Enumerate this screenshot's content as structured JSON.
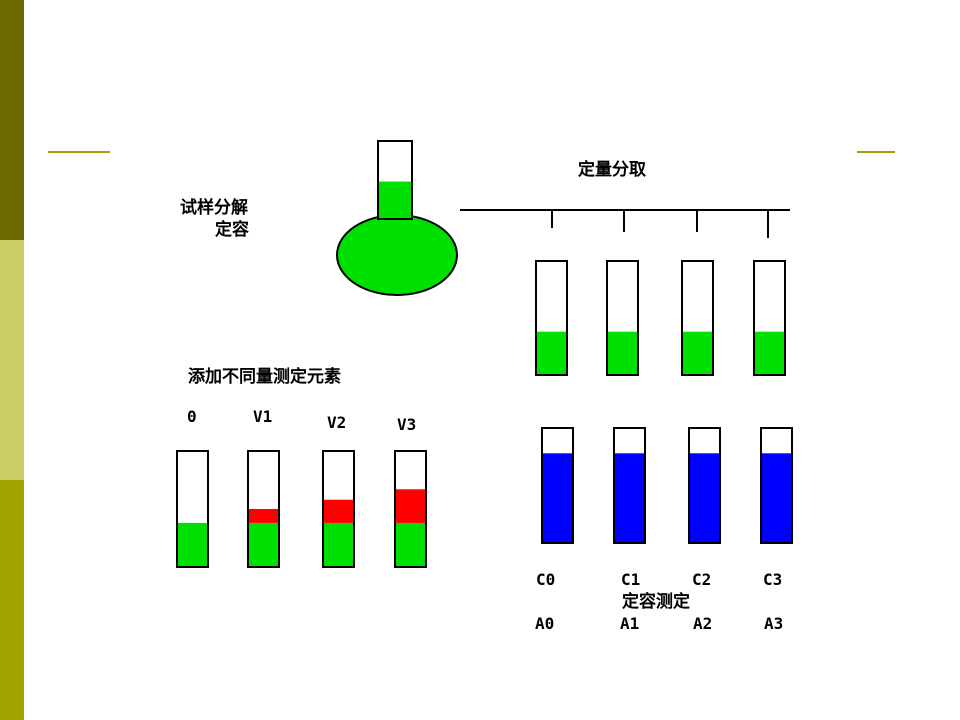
{
  "colors": {
    "green": "#00e000",
    "red": "#ff0000",
    "blue": "#0000ff",
    "outline": "#000000",
    "accent_dark": "#6b6b00",
    "accent_light": "#cccc66",
    "accent_mid": "#a3a300"
  },
  "labels": {
    "digest": "试样分解",
    "fix_volume": "定容",
    "aliquot": "定量分取",
    "add_elements": "添加不同量测定元素",
    "measure": "定容测定"
  },
  "spike_tubes": [
    {
      "label": "0",
      "spike_fraction": 0.0
    },
    {
      "label": "V1",
      "spike_fraction": 0.12
    },
    {
      "label": "V2",
      "spike_fraction": 0.2
    },
    {
      "label": "V3",
      "spike_fraction": 0.29
    }
  ],
  "aliquot_tubes": [
    {
      "fill_fraction": 0.38
    },
    {
      "fill_fraction": 0.38
    },
    {
      "fill_fraction": 0.38
    },
    {
      "fill_fraction": 0.38
    }
  ],
  "measure_tubes": [
    {
      "c_label": "C0",
      "a_label": "A0",
      "fill_fraction": 0.78
    },
    {
      "c_label": "C1",
      "a_label": "A1",
      "fill_fraction": 0.78
    },
    {
      "c_label": "C2",
      "a_label": "A2",
      "fill_fraction": 0.78
    },
    {
      "c_label": "C3",
      "a_label": "A3",
      "fill_fraction": 0.78
    }
  ],
  "flask": {
    "neck_fill_fraction": 0.48
  }
}
